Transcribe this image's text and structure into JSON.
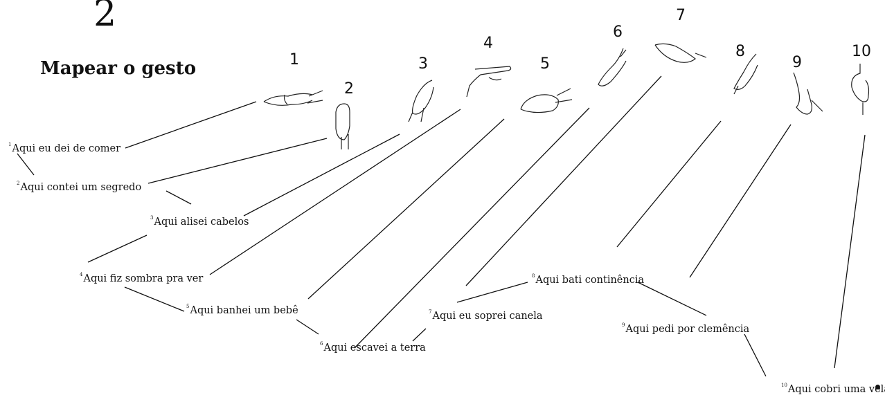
{
  "big_number": "2",
  "title": "Mapear o gesto",
  "gestures": [
    {
      "num": "1"
    },
    {
      "num": "2"
    },
    {
      "num": "3"
    },
    {
      "num": "4"
    },
    {
      "num": "5"
    },
    {
      "num": "6"
    },
    {
      "num": "7"
    },
    {
      "num": "8"
    },
    {
      "num": "9"
    },
    {
      "num": "10"
    }
  ],
  "phrases": [
    {
      "sup": "1",
      "text": "Aqui eu dei de comer"
    },
    {
      "sup": "2",
      "text": "Aqui contei um segredo"
    },
    {
      "sup": "3",
      "text": "Aqui alisei cabelos"
    },
    {
      "sup": "4",
      "text": "Aqui fiz sombra pra ver"
    },
    {
      "sup": "5",
      "text": "Aqui banhei um bebê"
    },
    {
      "sup": "6",
      "text": "Aqui escavei a terra"
    },
    {
      "sup": "7",
      "text": "Aqui eu soprei canela"
    },
    {
      "sup": "8",
      "text": "Aqui bati continência"
    },
    {
      "sup": "9",
      "text": "Aqui pedi por clemência"
    },
    {
      "sup": "10",
      "text": "Aqui cobri uma vela"
    }
  ],
  "hand_icons": [
    "hand-palm-up-icon",
    "hand-upright-icon",
    "hand-cupped-icon",
    "hand-flat-icon",
    "hand-bowl-icon",
    "hand-scoop-icon",
    "hand-blow-icon",
    "hand-salute-icon",
    "hand-plead-icon",
    "hand-shield-icon"
  ]
}
